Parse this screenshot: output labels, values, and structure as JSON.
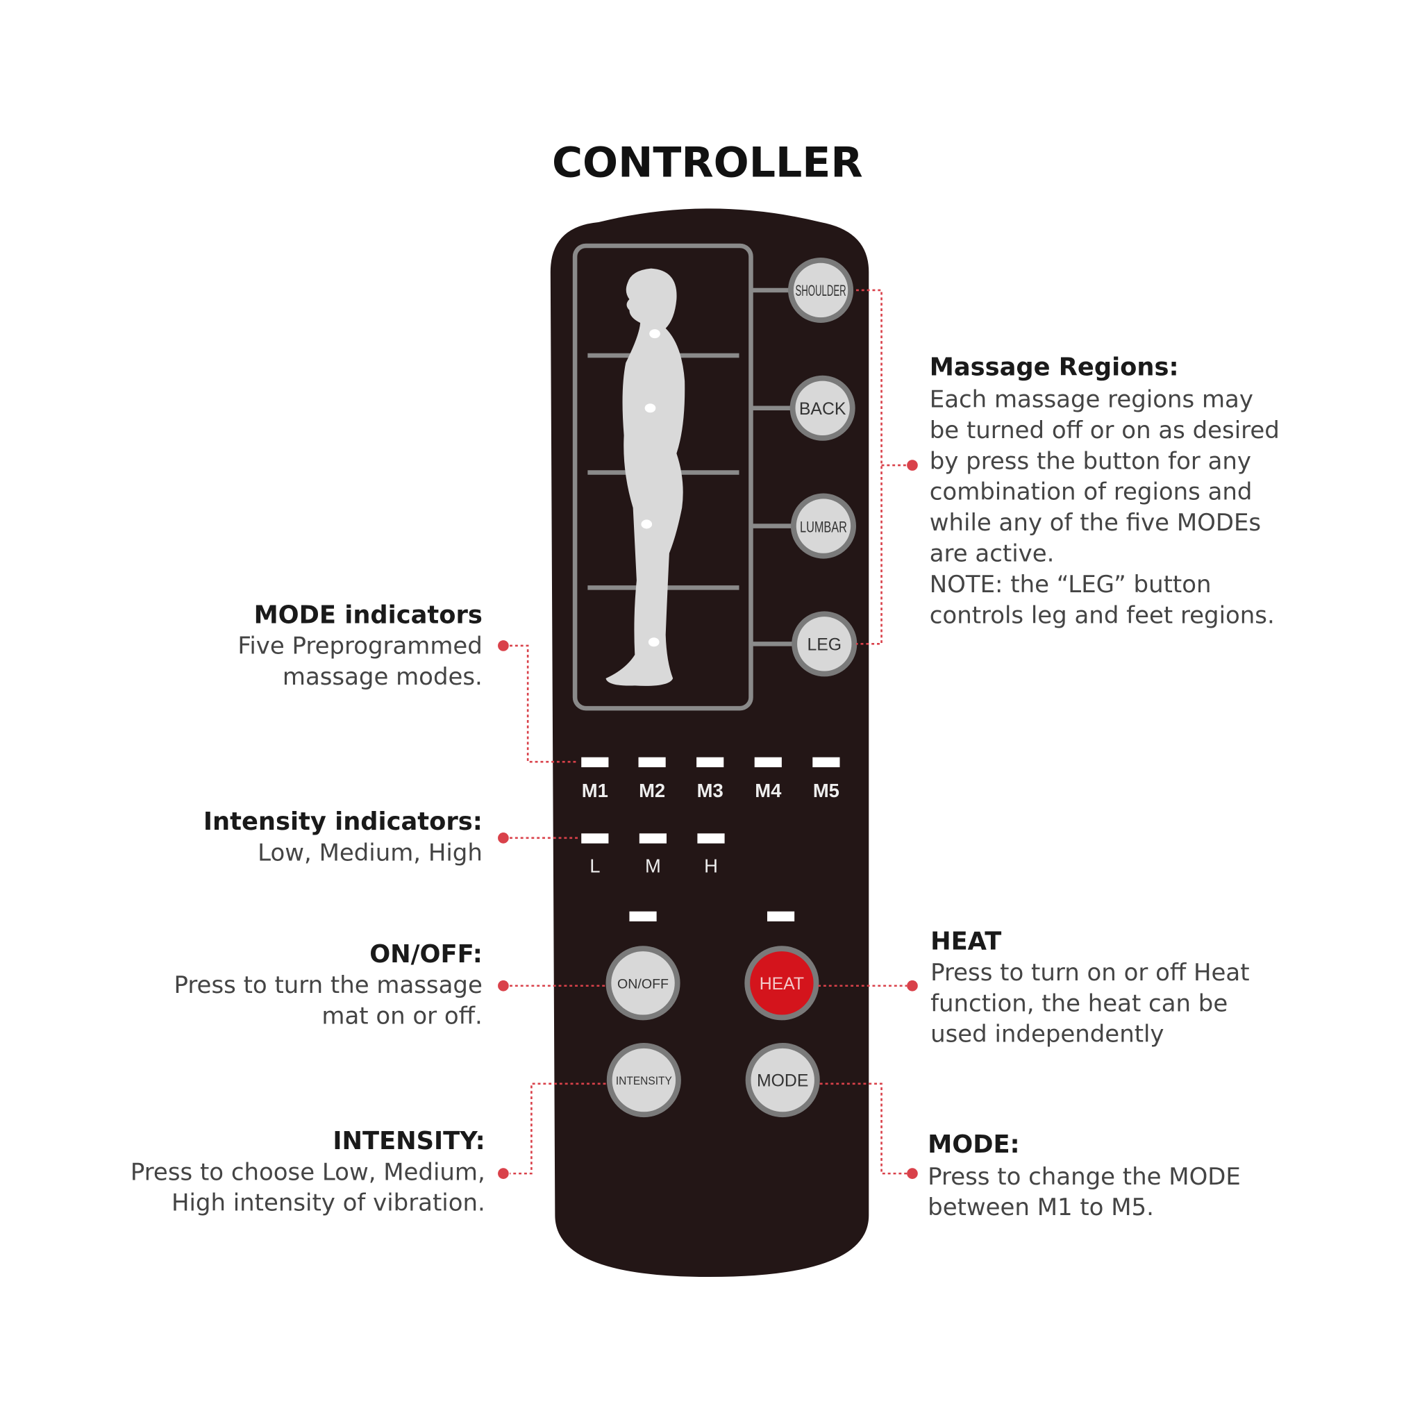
{
  "title": "CONTROLLER",
  "region_buttons": [
    "SHOULDER",
    "BACK",
    "LUMBAR",
    "LEG"
  ],
  "mode_labels": [
    "M1",
    "M2",
    "M3",
    "M4",
    "M5"
  ],
  "intensity_labels": [
    "L",
    "M",
    "H"
  ],
  "buttons": {
    "onoff": "ON/OFF",
    "heat": "HEAT",
    "intensity": "INTENSITY",
    "mode": "MODE"
  },
  "annotations": {
    "massage_regions": {
      "heading": "Massage Regions:",
      "lines": [
        "Each massage regions may",
        "be turned off or on as desired",
        "by press the button for any",
        "combination of regions and",
        "while any of the five MODEs",
        "are active.",
        "NOTE: the “LEG” button",
        "controls leg and feet regions."
      ]
    },
    "mode_indicators": {
      "heading": "MODE indicators",
      "lines": [
        "Five Preprogrammed",
        "massage modes."
      ]
    },
    "intensity_indicators": {
      "heading": "Intensity indicators:",
      "lines": [
        "Low, Medium, High"
      ]
    },
    "onoff": {
      "heading": "ON/OFF:",
      "lines": [
        "Press to turn the massage",
        "mat on or off."
      ]
    },
    "heat": {
      "heading": "HEAT",
      "lines": [
        "Press to turn on or off Heat",
        "function, the heat can be",
        "used independently"
      ]
    },
    "intensity": {
      "heading": "INTENSITY:",
      "lines": [
        "Press to choose Low, Medium,",
        "High intensity of vibration."
      ]
    },
    "mode": {
      "heading": "MODE:",
      "lines": [
        "Press to change the MODE",
        "between M1 to M5."
      ]
    }
  },
  "colors": {
    "panel": "#231616",
    "accent_red": "#d9414a",
    "heat_button": "#d4141c"
  }
}
